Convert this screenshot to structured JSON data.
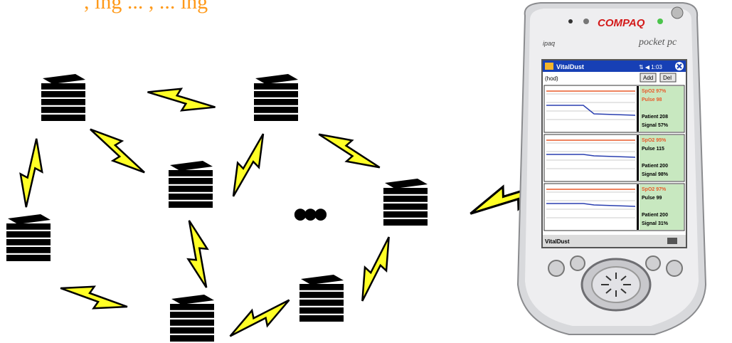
{
  "caption": ", ing ... , ... ing",
  "ellipsis": "•••",
  "colors": {
    "bolt_fill": "#ffff26",
    "bolt_stroke": "#000000",
    "node_fill": "#000000",
    "caption": "#ff9a1a",
    "pda_screen_header": "#1740b5",
    "pda_panel_green": "#c8e8c0",
    "trace_red": "#e85a2a",
    "trace_blue": "#2a3fb0"
  },
  "pda": {
    "brand": "COMPAQ",
    "model": "pocket pc",
    "logo_small": "ipaq",
    "app_title": "VitalDust",
    "status_icons": "⇅ ◀ 1:03",
    "list_label": "(hod)",
    "add_button": "Add",
    "del_button": "Del",
    "taskbar_label": "VitalDust",
    "patients": [
      {
        "spo2": "SpO2 97%",
        "pulse": "Pulse 98",
        "patient": "Patient 208",
        "signal": "Signal 57%",
        "pulse_color": "#e85a2a"
      },
      {
        "spo2": "SpO2 95%",
        "pulse": "Pulse 115",
        "patient": "Patient 200",
        "signal": "Signal 98%",
        "pulse_color": "#000000"
      },
      {
        "spo2": "SpO2 97%",
        "pulse": "Pulse 99",
        "patient": "Patient 200",
        "signal": "Signal 31%",
        "pulse_color": "#000000"
      }
    ]
  }
}
